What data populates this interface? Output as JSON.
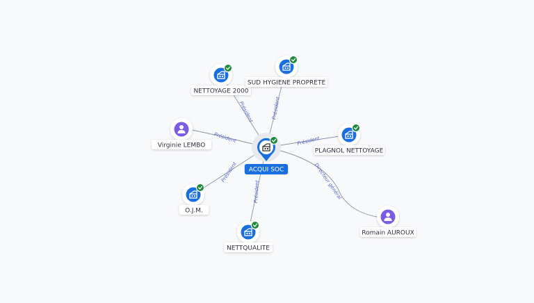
{
  "colors": {
    "company": "#1a6fe0",
    "person": "#7b5ce6",
    "check": "#1f8a3d",
    "edge": "#8a93a0",
    "edge_label": "#5566cc",
    "label_text": "#2c3140",
    "center_label_bg": "#1a6fe0"
  },
  "center": {
    "label": "ACQUI SOC",
    "icon": "building-icon",
    "verified": true
  },
  "nodes": [
    {
      "id": "nettoyage2000",
      "label": "NETTOYAGE 2000",
      "kind": "company",
      "icon": "building-icon",
      "verified": true
    },
    {
      "id": "sudhygiene",
      "label": "SUD HYGIENE PROPRETE",
      "kind": "company",
      "icon": "building-icon",
      "verified": true
    },
    {
      "id": "virginie",
      "label": "Virginie LEMBO",
      "kind": "person",
      "icon": "person-icon",
      "verified": false
    },
    {
      "id": "plagnol",
      "label": "PLAGNOL NETTOYAGE",
      "kind": "company",
      "icon": "building-icon",
      "verified": true
    },
    {
      "id": "ojm",
      "label": "O.J.M.",
      "kind": "company",
      "icon": "building-icon",
      "verified": true
    },
    {
      "id": "nettqualite",
      "label": "NETTQUALITE",
      "kind": "company",
      "icon": "building-icon",
      "verified": true
    },
    {
      "id": "romain",
      "label": "Romain AUROUX",
      "kind": "person",
      "icon": "person-icon",
      "verified": false
    }
  ],
  "edges": [
    {
      "target": "nettoyage2000",
      "label": "Président"
    },
    {
      "target": "sudhygiene",
      "label": "Président"
    },
    {
      "target": "virginie",
      "label": "Président"
    },
    {
      "target": "plagnol",
      "label": "Président"
    },
    {
      "target": "ojm",
      "label": "Président"
    },
    {
      "target": "nettqualite",
      "label": "Président"
    },
    {
      "target": "romain",
      "label": "Directeur général"
    }
  ]
}
